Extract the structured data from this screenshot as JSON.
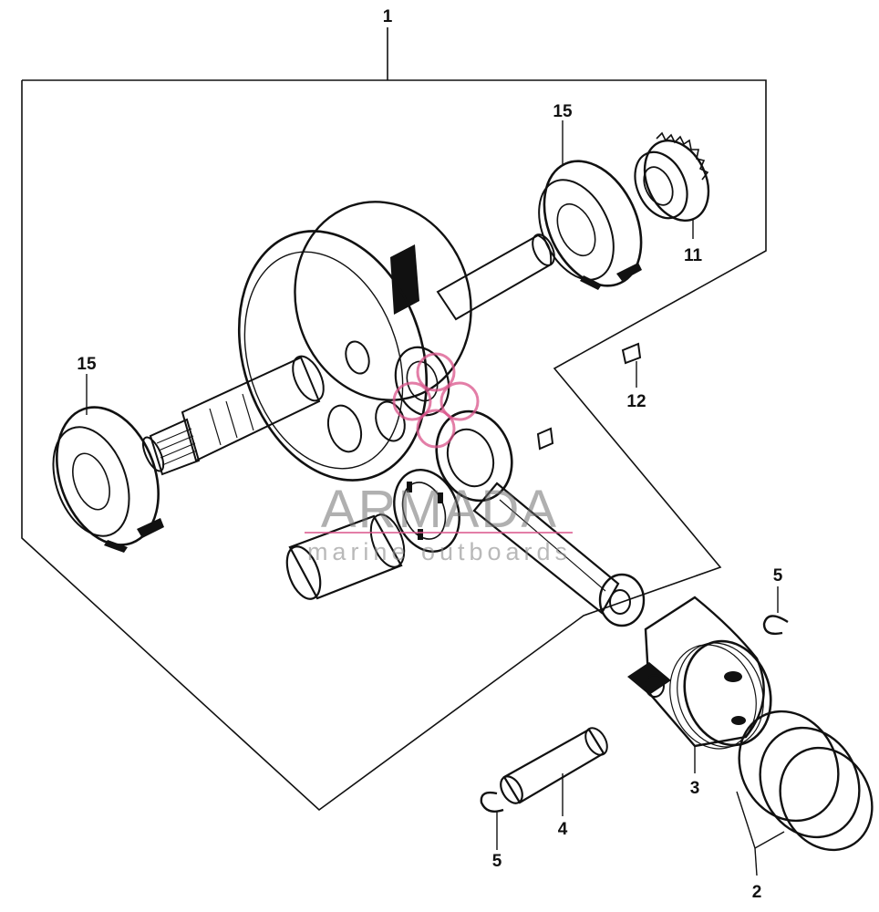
{
  "callouts": {
    "assembly": "1",
    "bearing_right": "15",
    "sprocket": "11",
    "bearing_left": "15",
    "key": "12",
    "clip_upper": "5",
    "piston": "3",
    "rings": "2",
    "pin": "4",
    "clip_lower": "5"
  },
  "watermark": {
    "brand": "ARMADA",
    "tagline": "marine outboards",
    "accent_color": "#d9538a"
  }
}
